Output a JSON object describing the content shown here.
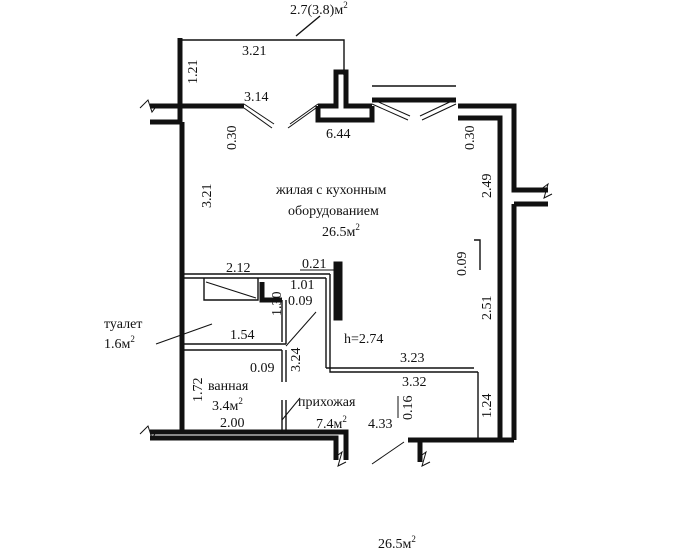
{
  "balcony": {
    "area_value": "2.7(3.8)м",
    "area_sup": "2",
    "length": "3.21",
    "depth": "1.21"
  },
  "rooms": {
    "living": {
      "line1": "жилая с кухонным",
      "line2": "оборудованием",
      "area": "26.5м",
      "area_sup": "2"
    },
    "toilet": {
      "name": "туалет",
      "area": "1.6м",
      "area_sup": "2"
    },
    "bathroom": {
      "name": "ванная",
      "area": "3.4м",
      "area_sup": "2"
    },
    "hallway": {
      "name": "прихожая",
      "area": "7.4м",
      "area_sup": "2"
    }
  },
  "dimensions": {
    "d_3_14": "3.14",
    "d_6_44": "6.44",
    "d_0_30_left": "0.30",
    "d_0_30_right": "0.30",
    "d_3_21_left": "3.21",
    "d_2_49": "2.49",
    "d_0_09_right": "0.09",
    "d_2_51": "2.51",
    "d_0_21": "0.21",
    "d_2_12": "2.12",
    "d_1_01": "1.01",
    "d_0_09_mid": "0.09",
    "d_1_30": "1.30",
    "d_1_54": "1.54",
    "d_3_24": "3.24",
    "d_0_09_low": "0.09",
    "d_1_72": "1.72",
    "d_2_00": "2.00",
    "d_4_33": "4.33",
    "d_0_16": "0.16",
    "d_1_24": "1.24",
    "d_3_23": "3.23",
    "d_3_32": "3.32",
    "ceiling_height": "h=2.74"
  },
  "footer": {
    "total_area": "26.5м",
    "total_sup": "2"
  }
}
